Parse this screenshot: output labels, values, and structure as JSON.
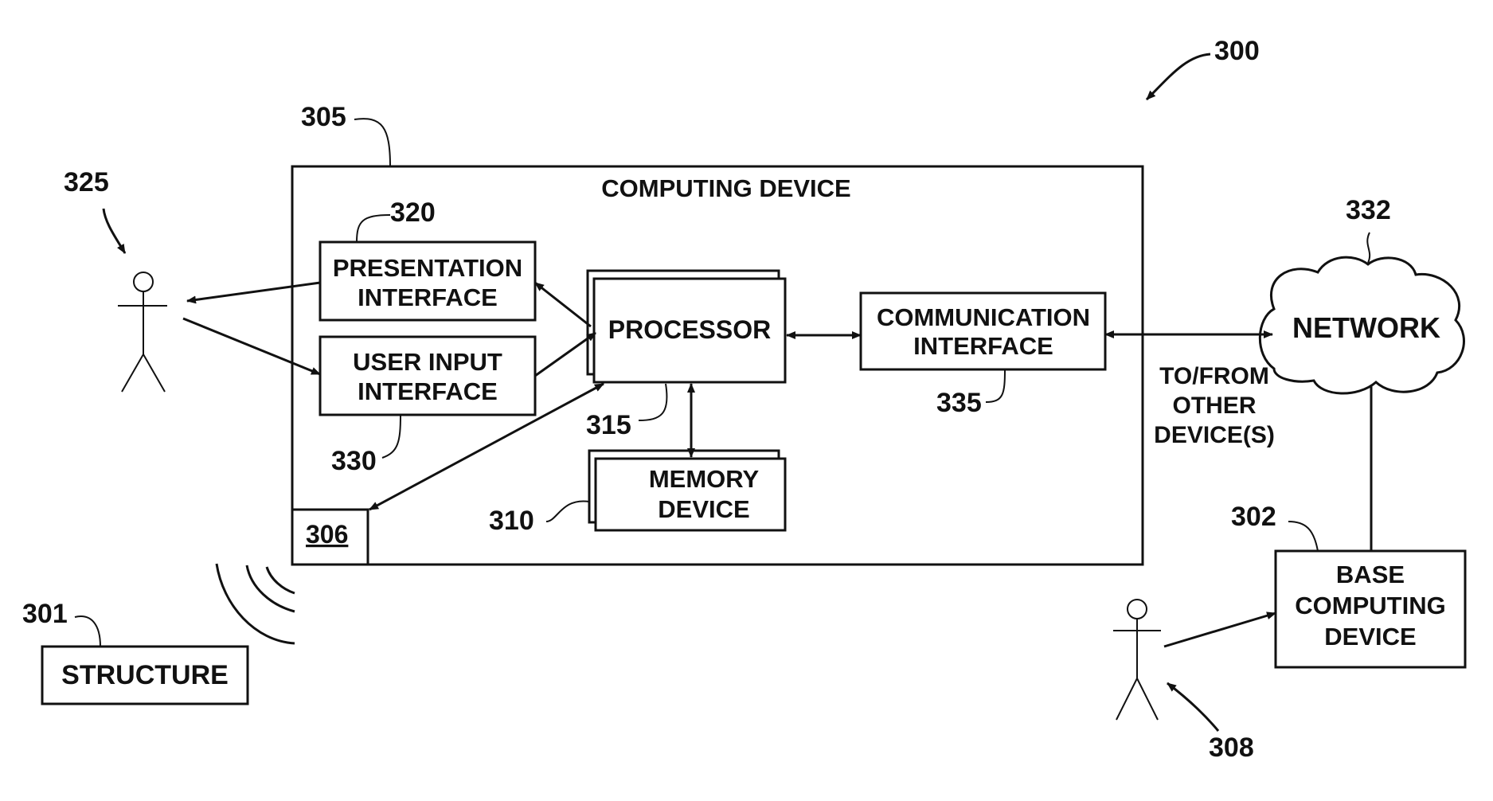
{
  "figure_ref": "300",
  "computing_device": {
    "title": "COMPUTING DEVICE",
    "ref": "305"
  },
  "presentation_interface": {
    "line1": "PRESENTATION",
    "line2": "INTERFACE",
    "ref": "320"
  },
  "user_input_interface": {
    "line1": "USER INPUT",
    "line2": "INTERFACE",
    "ref": "330"
  },
  "processor": {
    "label": "PROCESSOR",
    "ref": "315"
  },
  "memory_device": {
    "line1": "MEMORY",
    "line2": "DEVICE",
    "ref": "310"
  },
  "communication_interface": {
    "line1": "COMMUNICATION",
    "line2": "INTERFACE",
    "ref": "335"
  },
  "sensor_box": {
    "ref": "306"
  },
  "network": {
    "label": "NETWORK",
    "ref": "332"
  },
  "to_from": {
    "line1": "TO/FROM",
    "line2": "OTHER",
    "line3": "DEVICE(S)"
  },
  "base_computing_device": {
    "line1": "BASE",
    "line2": "COMPUTING",
    "line3": "DEVICE",
    "ref": "302"
  },
  "structure": {
    "label": "STRUCTURE",
    "ref": "301"
  },
  "user": {
    "ref": "325"
  },
  "operator": {
    "ref": "308"
  }
}
